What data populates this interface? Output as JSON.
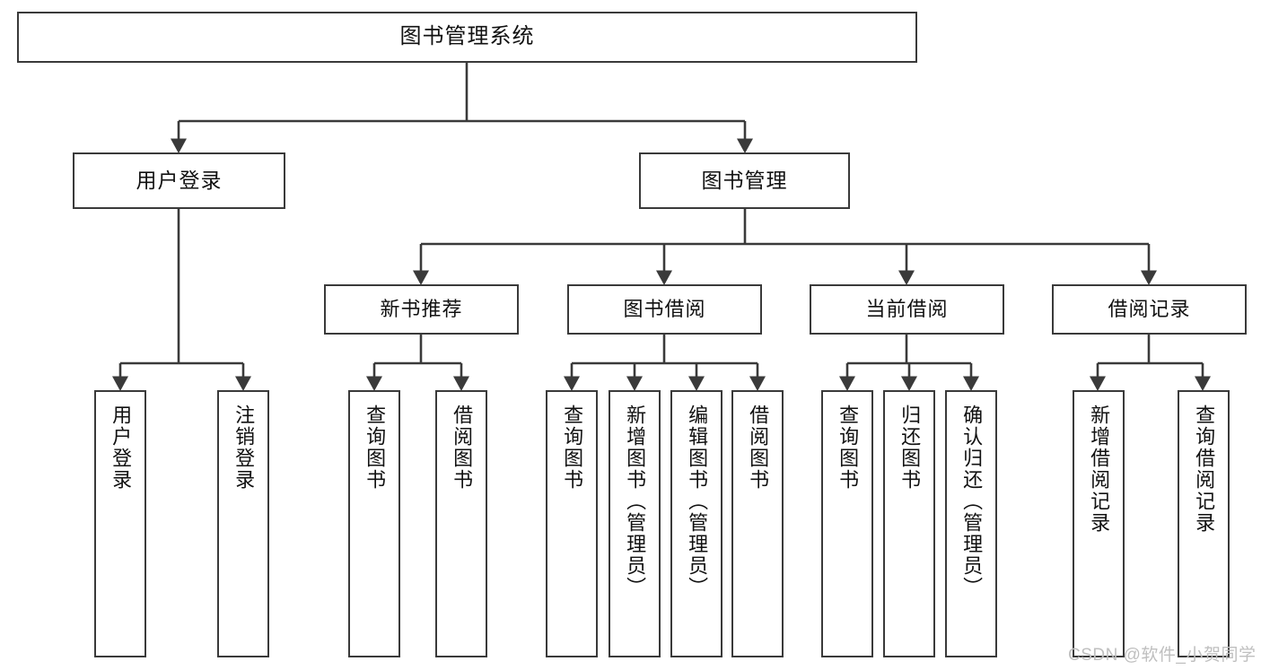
{
  "diagram": {
    "title": "图书管理系统",
    "type": "tree-hierarchy-chart",
    "stroke_color": "#3a3a3a",
    "fill_color": "#ffffff",
    "background": "#ffffff"
  },
  "nodes": {
    "root": {
      "label": "图书管理系统"
    },
    "level2": [
      {
        "label": "用户登录"
      },
      {
        "label": "图书管理"
      }
    ],
    "level3": [
      {
        "label": "新书推荐"
      },
      {
        "label": "图书借阅"
      },
      {
        "label": "当前借阅"
      },
      {
        "label": "借阅记录"
      }
    ],
    "leaves": {
      "user_login": [
        {
          "label": "用户登录"
        },
        {
          "label": "注销登录"
        }
      ],
      "new_book": [
        {
          "label": "查询图书"
        },
        {
          "label": "借阅图书"
        }
      ],
      "book_borrow": [
        {
          "label": "查询图书"
        },
        {
          "label": "新增图书（管理员）"
        },
        {
          "label": "编辑图书（管理员）"
        },
        {
          "label": "借阅图书"
        }
      ],
      "current_borrow": [
        {
          "label": "查询图书"
        },
        {
          "label": "归还图书"
        },
        {
          "label": "确认归还（管理员）"
        }
      ],
      "borrow_record": [
        {
          "label": "新增借阅记录"
        },
        {
          "label": "查询借阅记录"
        }
      ]
    }
  },
  "watermark": {
    "text": "CSDN @软件_小贺同学"
  }
}
